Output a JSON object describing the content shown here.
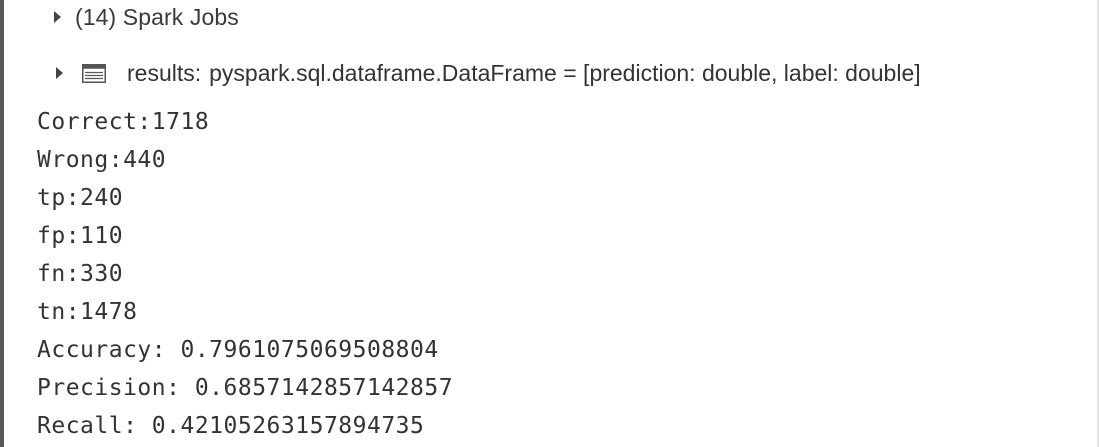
{
  "spark_jobs": {
    "label": "(14) Spark Jobs",
    "icon": "caret-right-icon"
  },
  "results": {
    "name": "results:",
    "schema": "pyspark.sql.dataframe.DataFrame = [prediction: double, label: double]",
    "icon": "table-icon"
  },
  "output": {
    "lines": [
      "Correct:1718",
      "Wrong:440",
      "tp:240",
      "fp:110",
      "fn:330",
      "tn:1478",
      "Accuracy: 0.7961075069508804",
      "Precision: 0.6857142857142857",
      "Recall: 0.42105263157894735"
    ]
  }
}
